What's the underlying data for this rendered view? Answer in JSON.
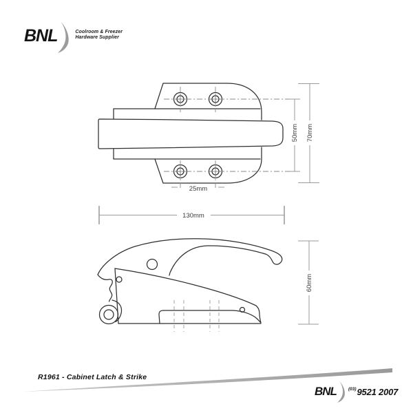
{
  "header": {
    "brand": "BNL",
    "tagline_line1": "Coolroom & Freezer",
    "tagline_line2": "Hardware Supplier"
  },
  "drawing": {
    "dimensions": {
      "hole_row_spacing": "50mm",
      "body_height": "70mm",
      "hole_spacing": "25mm",
      "overall_length": "130mm",
      "side_height": "60mm"
    }
  },
  "footer": {
    "title": "R1961 - Cabinet Latch & Strike",
    "brand": "BNL",
    "phone_area_code": "(03)",
    "phone_number": "9521 2007"
  }
}
